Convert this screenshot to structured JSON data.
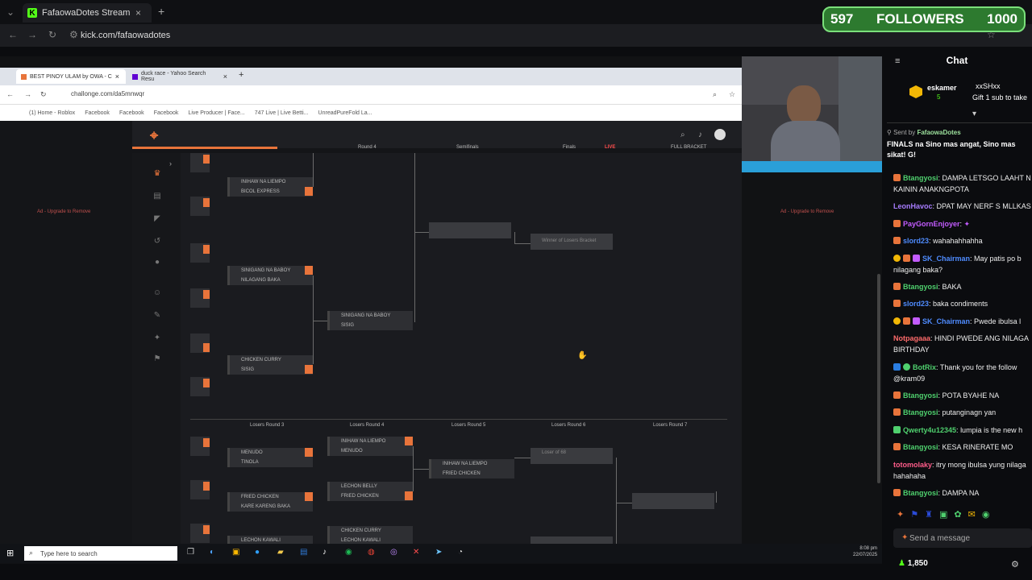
{
  "outer_browser": {
    "tab_title": "FafaowaDotes Stream - Watch L",
    "url": "kick.com/fafaowadotes"
  },
  "followers_widget": {
    "count": "597",
    "label": "FOLLOWERS",
    "goal": "1000"
  },
  "inner_browser": {
    "tabs": [
      {
        "label": "BEST PINOY ULAM by OWA - C"
      },
      {
        "label": "duck race - Yahoo Search Resu"
      }
    ],
    "url": "challonge.com/da5mnwqr",
    "bookmarks": [
      "(1) Home - Roblox",
      "Facebook",
      "Facebook",
      "Facebook",
      "Live Producer | Face...",
      "747 Live | Live Betti...",
      "UnreadPureFold La..."
    ]
  },
  "bracket": {
    "header_labels": [
      "Round 4",
      "Semifinals",
      "Finals"
    ],
    "live_label": "LIVE",
    "full_bracket_label": "FULL BRACKET",
    "ad_left": "Ad - Upgrade to Remove",
    "ad_right": "Ad - Upgrade to Remove",
    "winners_matches": [
      {
        "team1": "INIHAW NA LIEMPO",
        "team2": "BICOL EXPRESS"
      },
      {
        "team1": "SINIGANG NA BABOY",
        "team2": "NILAGANG BAKA"
      },
      {
        "team1": "CHICKEN CURRY",
        "team2": "SISIG"
      },
      {
        "team1": "SINIGANG NA BABOY",
        "team2": "SISIG"
      }
    ],
    "winner_losers_label": "Winner of Losers Bracket",
    "losers_rounds": [
      "Losers Round 3",
      "Losers Round 4",
      "Losers Round 5",
      "Losers Round 6",
      "Losers Round 7"
    ],
    "losers_matches": [
      {
        "team1": "MENUDO",
        "team2": "TINOLA"
      },
      {
        "team1": "FRIED CHICKEN",
        "team2": "KARE KARENG BAKA"
      },
      {
        "team1": "LECHON KAWALI",
        "team2": ""
      },
      {
        "team1": "INIHAW NA LIEMPO",
        "team2": "MENUDO"
      },
      {
        "team1": "LECHON BELLY",
        "team2": "FRIED CHICKEN"
      },
      {
        "team1": "CHICKEN CURRY",
        "team2": "LECHON KAWALI"
      },
      {
        "team1": "INIHAW NA LIEMPO",
        "team2": "FRIED CHICKEN"
      }
    ],
    "loser_of_label": "Loser of 68"
  },
  "taskbar": {
    "search_placeholder": "Type here to search",
    "time": "8:08 pm",
    "date": "22/07/2025"
  },
  "chat": {
    "title": "Chat",
    "top_gifter": {
      "name": "eskamer",
      "count": "5"
    },
    "top_user": "xxSHxx",
    "gift_text": "Gift 1 sub to take",
    "pinned_sender_prefix": "Sent by",
    "pinned_sender": "FafaowaDotes",
    "pinned_text": "FINALS na Sino mas angat, Sino mas sikat! G!",
    "messages": [
      {
        "user": "Btangyosi",
        "text": "DAMPA LETSGO LAAHT N KAININ ANAKNGPOTA",
        "color": "#4fd06e"
      },
      {
        "user": "LeonHavoc",
        "text": "DPAT MAY NERF S MLLKAS",
        "color": "#a77cff"
      },
      {
        "user": "PayGornEnjoyer",
        "text": "",
        "color": "#c35cff"
      },
      {
        "user": "slord23",
        "text": "wahahahhahha",
        "color": "#4f8cff"
      },
      {
        "user": "SK_Chairman",
        "text": "May patis po b nilagang baka?",
        "color": "#4f8cff"
      },
      {
        "user": "Btangyosi",
        "text": "BAKA",
        "color": "#4fd06e"
      },
      {
        "user": "slord23",
        "text": "baka condiments",
        "color": "#4f8cff"
      },
      {
        "user": "SK_Chairman",
        "text": "Pwede ibulsa l",
        "color": "#4f8cff"
      },
      {
        "user": "Notpagaaa",
        "text": "HINDI PWEDE ANG NILAGA BIRTHDAY",
        "color": "#ff6b6b"
      },
      {
        "user": "BotRix",
        "text": "Thank you for the follow @kram09",
        "color": "#4fd06e"
      },
      {
        "user": "Btangyosi",
        "text": "POTA BYAHE NA",
        "color": "#4fd06e"
      },
      {
        "user": "Btangyosi",
        "text": "putanginagn yan",
        "color": "#4fd06e"
      },
      {
        "user": "Qwerty4u12345",
        "text": "lumpia is the new h",
        "color": "#4fd06e"
      },
      {
        "user": "Btangyosi",
        "text": "KESA RINERATE MO",
        "color": "#4fd06e"
      },
      {
        "user": "totomolaky",
        "text": "itry mong ibulsa yung nilaga hahahaha",
        "color": "#ff5c8a"
      },
      {
        "user": "Btangyosi",
        "text": "DAMPA NA",
        "color": "#4fd06e"
      }
    ],
    "send_placeholder": "Send a message",
    "viewers": "1,850"
  },
  "colors": {
    "kick_green": "#53fc18",
    "challonge_orange": "#e8743b"
  }
}
